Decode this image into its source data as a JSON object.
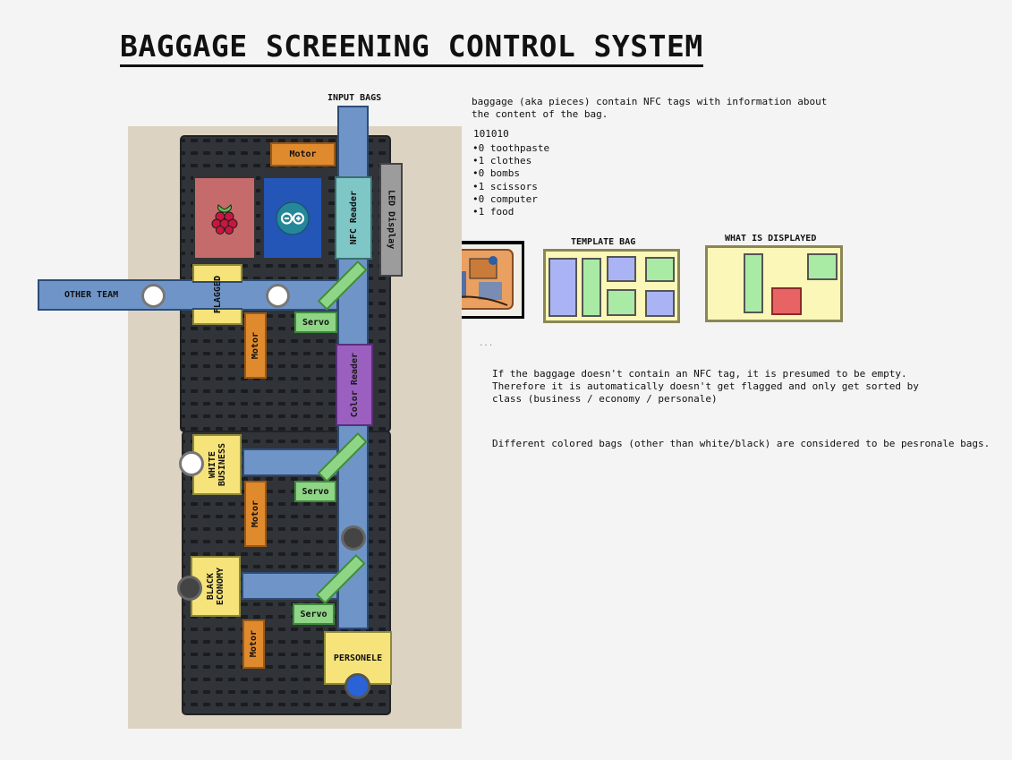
{
  "title": "BAGGAGE SCREENING CONTROL SYSTEM",
  "input_label": "INPUT BAGS",
  "intro": "baggage (aka pieces) contain NFC tags with information about\nthe content of the bag.",
  "code": "101010",
  "contents": [
    "0 toothpaste",
    "1 clothes",
    "0 bombs",
    "1 scissors",
    "0 computer",
    "1 food"
  ],
  "template_label": "TEMPLATE BAG",
  "displayed_label": "WHAT IS DISPLAYED",
  "ellipsis": "...",
  "note_empty": "If the baggage doesn't contain an NFC tag, it is presumed to be empty.\nTherefore it is automatically doesn't get flagged and only get sorted by\nclass (business / economy / personale)",
  "note_colors": "Different colored bags (other than white/black) are considered to be pesronale bags.",
  "components": {
    "motor": "Motor",
    "nfc": "NFC Reader",
    "led": "LED Display",
    "flagged": "FLAGGED",
    "other_team": "OTHER TEAM",
    "servo": "Servo",
    "color_reader": "Color Reader",
    "white_business": "WHITE\nBUSINESS",
    "black_economy": "BLACK\nECONOMY",
    "personele": "PERSONELE"
  },
  "colors": {
    "motor": "#e08a2e",
    "bin": "#f6e47a",
    "conveyor": "#6f95c8",
    "servo": "#8fd586",
    "nfc": "#7fc6c6",
    "color_reader": "#9b5fc0",
    "raspberry_pi": "#c56b6b",
    "arduino": "#2456b8",
    "led": "#9c9c9c",
    "template_blue": "#aab4f4",
    "template_green": "#a9eaa4",
    "displayed_red": "#e86464",
    "panel_bg": "#fbf7b8",
    "panel_border": "#8b8755"
  },
  "icons": [
    "raspberry-pi-icon",
    "arduino-icon"
  ]
}
